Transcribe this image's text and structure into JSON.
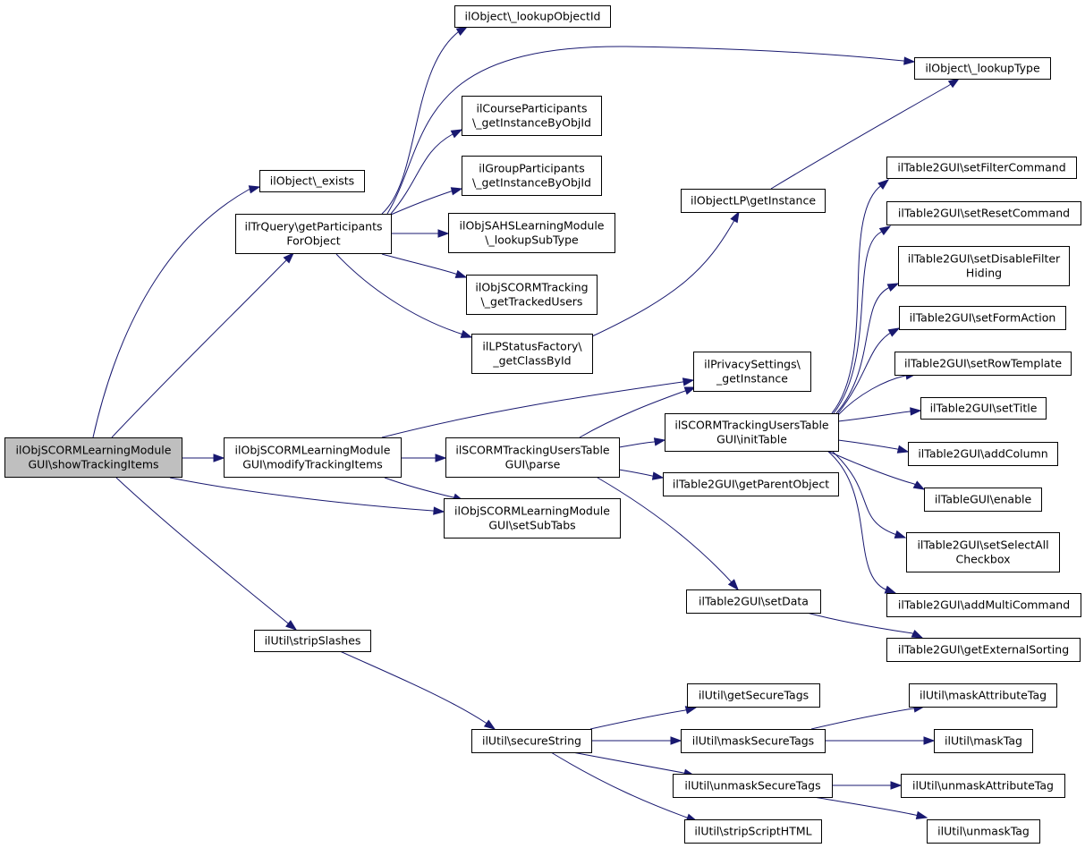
{
  "graph": {
    "nodes": [
      {
        "id": "root",
        "lines": [
          "ilObjSCORMLearningModule",
          "GUI\\showTrackingItems"
        ],
        "root": true
      },
      {
        "id": "exists",
        "lines": [
          "ilObject\\_exists"
        ]
      },
      {
        "id": "getParticipants",
        "lines": [
          "ilTrQuery\\getParticipants",
          "ForObject"
        ]
      },
      {
        "id": "lookupObjectId",
        "lines": [
          "ilObject\\_lookupObjectId"
        ]
      },
      {
        "id": "lookupType",
        "lines": [
          "ilObject\\_lookupType"
        ]
      },
      {
        "id": "courseParticipants",
        "lines": [
          "ilCourseParticipants",
          "\\_getInstanceByObjId"
        ]
      },
      {
        "id": "groupParticipants",
        "lines": [
          "ilGroupParticipants",
          "\\_getInstanceByObjId"
        ]
      },
      {
        "id": "lookupSubType",
        "lines": [
          "ilObjSAHSLearningModule",
          "\\_lookupSubType"
        ]
      },
      {
        "id": "getTrackedUsers",
        "lines": [
          "ilObjSCORMTracking",
          "\\_getTrackedUsers"
        ]
      },
      {
        "id": "getClassById",
        "lines": [
          "ilLPStatusFactory\\",
          "_getClassById"
        ]
      },
      {
        "id": "objectLP",
        "lines": [
          "ilObjectLP\\getInstance"
        ]
      },
      {
        "id": "privacy",
        "lines": [
          "ilPrivacySettings\\",
          "_getInstance"
        ]
      },
      {
        "id": "modifyTracking",
        "lines": [
          "ilObjSCORMLearningModule",
          "GUI\\modifyTrackingItems"
        ]
      },
      {
        "id": "parse",
        "lines": [
          "ilSCORMTrackingUsersTable",
          "GUI\\parse"
        ]
      },
      {
        "id": "initTable",
        "lines": [
          "ilSCORMTrackingUsersTable",
          "GUI\\initTable"
        ]
      },
      {
        "id": "getParentObject",
        "lines": [
          "ilTable2GUI\\getParentObject"
        ]
      },
      {
        "id": "setSubTabs",
        "lines": [
          "ilObjSCORMLearningModule",
          "GUI\\setSubTabs"
        ]
      },
      {
        "id": "setFilterCommand",
        "lines": [
          "ilTable2GUI\\setFilterCommand"
        ]
      },
      {
        "id": "setResetCommand",
        "lines": [
          "ilTable2GUI\\setResetCommand"
        ]
      },
      {
        "id": "setDisableFilter",
        "lines": [
          "ilTable2GUI\\setDisableFilter",
          "Hiding"
        ]
      },
      {
        "id": "setFormAction",
        "lines": [
          "ilTable2GUI\\setFormAction"
        ]
      },
      {
        "id": "setRowTemplate",
        "lines": [
          "ilTable2GUI\\setRowTemplate"
        ]
      },
      {
        "id": "setTitle",
        "lines": [
          "ilTable2GUI\\setTitle"
        ]
      },
      {
        "id": "addColumn",
        "lines": [
          "ilTable2GUI\\addColumn"
        ]
      },
      {
        "id": "enable",
        "lines": [
          "ilTableGUI\\enable"
        ]
      },
      {
        "id": "setSelectAll",
        "lines": [
          "ilTable2GUI\\setSelectAll",
          "Checkbox"
        ]
      },
      {
        "id": "addMultiCommand",
        "lines": [
          "ilTable2GUI\\addMultiCommand"
        ]
      },
      {
        "id": "setData",
        "lines": [
          "ilTable2GUI\\setData"
        ]
      },
      {
        "id": "getExternalSorting",
        "lines": [
          "ilTable2GUI\\getExternalSorting"
        ]
      },
      {
        "id": "stripSlashes",
        "lines": [
          "ilUtil\\stripSlashes"
        ]
      },
      {
        "id": "secureString",
        "lines": [
          "ilUtil\\secureString"
        ]
      },
      {
        "id": "getSecureTags",
        "lines": [
          "ilUtil\\getSecureTags"
        ]
      },
      {
        "id": "maskSecureTags",
        "lines": [
          "ilUtil\\maskSecureTags"
        ]
      },
      {
        "id": "unmaskSecureTags",
        "lines": [
          "ilUtil\\unmaskSecureTags"
        ]
      },
      {
        "id": "stripScriptHTML",
        "lines": [
          "ilUtil\\stripScriptHTML"
        ]
      },
      {
        "id": "maskAttributeTag",
        "lines": [
          "ilUtil\\maskAttributeTag"
        ]
      },
      {
        "id": "maskTag",
        "lines": [
          "ilUtil\\maskTag"
        ]
      },
      {
        "id": "unmaskAttributeTag",
        "lines": [
          "ilUtil\\unmaskAttributeTag"
        ]
      },
      {
        "id": "unmaskTag",
        "lines": [
          "ilUtil\\unmaskTag"
        ]
      }
    ],
    "edges": [
      [
        "root",
        "exists"
      ],
      [
        "root",
        "getParticipants"
      ],
      [
        "root",
        "modifyTracking"
      ],
      [
        "root",
        "setSubTabs"
      ],
      [
        "root",
        "stripSlashes"
      ],
      [
        "getParticipants",
        "lookupObjectId"
      ],
      [
        "getParticipants",
        "lookupType"
      ],
      [
        "getParticipants",
        "courseParticipants"
      ],
      [
        "getParticipants",
        "groupParticipants"
      ],
      [
        "getParticipants",
        "lookupSubType"
      ],
      [
        "getParticipants",
        "getTrackedUsers"
      ],
      [
        "getParticipants",
        "getClassById"
      ],
      [
        "getClassById",
        "objectLP"
      ],
      [
        "objectLP",
        "lookupType"
      ],
      [
        "modifyTracking",
        "privacy"
      ],
      [
        "modifyTracking",
        "parse"
      ],
      [
        "modifyTracking",
        "setSubTabs"
      ],
      [
        "parse",
        "privacy"
      ],
      [
        "parse",
        "initTable"
      ],
      [
        "parse",
        "getParentObject"
      ],
      [
        "parse",
        "setData"
      ],
      [
        "initTable",
        "setFilterCommand"
      ],
      [
        "initTable",
        "setResetCommand"
      ],
      [
        "initTable",
        "setDisableFilter"
      ],
      [
        "initTable",
        "setFormAction"
      ],
      [
        "initTable",
        "setRowTemplate"
      ],
      [
        "initTable",
        "setTitle"
      ],
      [
        "initTable",
        "addColumn"
      ],
      [
        "initTable",
        "enable"
      ],
      [
        "initTable",
        "setSelectAll"
      ],
      [
        "initTable",
        "addMultiCommand"
      ],
      [
        "setData",
        "getExternalSorting"
      ],
      [
        "stripSlashes",
        "secureString"
      ],
      [
        "secureString",
        "getSecureTags"
      ],
      [
        "secureString",
        "maskSecureTags"
      ],
      [
        "secureString",
        "unmaskSecureTags"
      ],
      [
        "secureString",
        "stripScriptHTML"
      ],
      [
        "maskSecureTags",
        "maskAttributeTag"
      ],
      [
        "maskSecureTags",
        "maskTag"
      ],
      [
        "unmaskSecureTags",
        "unmaskAttributeTag"
      ],
      [
        "unmaskSecureTags",
        "unmaskTag"
      ]
    ]
  }
}
